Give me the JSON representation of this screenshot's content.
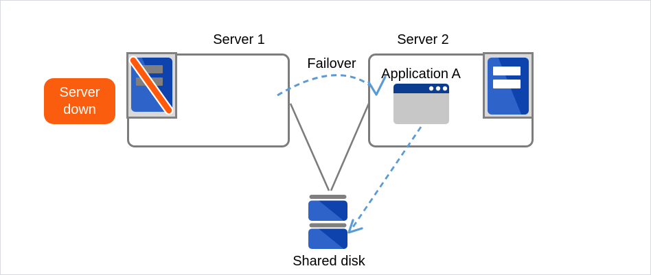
{
  "diagram": {
    "server1": {
      "label": "Server 1",
      "status": "down"
    },
    "server2": {
      "label": "Server 2",
      "status": "active"
    },
    "application": {
      "label": "Application A"
    },
    "failover": {
      "label": "Failover"
    },
    "shared_disk": {
      "label": "Shared disk"
    },
    "badge": {
      "label": "Server down"
    }
  },
  "icons": {
    "server_down": "server-tower-with-orange-slash-icon",
    "server_active": "server-tower-icon",
    "application_window": "app-window-titlebar-dots-icon",
    "shared_disk": "stacked-disk-drives-icon",
    "failover_arrow": "curved-dashed-arrow",
    "app_to_disk_arrow": "straight-dashed-arrow"
  },
  "colors": {
    "accent_orange": "#FA5D0E",
    "slash_orange": "#FF5A0B",
    "connector_blue": "#5B9BD5",
    "line_gray": "#7C7C7C",
    "frame_fill": "#D9D9D9",
    "server_blue_light": "#2E63C9",
    "server_blue_dark": "#0E43AE",
    "titlebar_navy": "#0B3C8F",
    "window_gray": "#C7C7C7",
    "disk_bar_gray": "#7F7F7F",
    "slot_gray": "#808080",
    "text_black": "#000000",
    "canvas_border": "#D6D9DE"
  }
}
